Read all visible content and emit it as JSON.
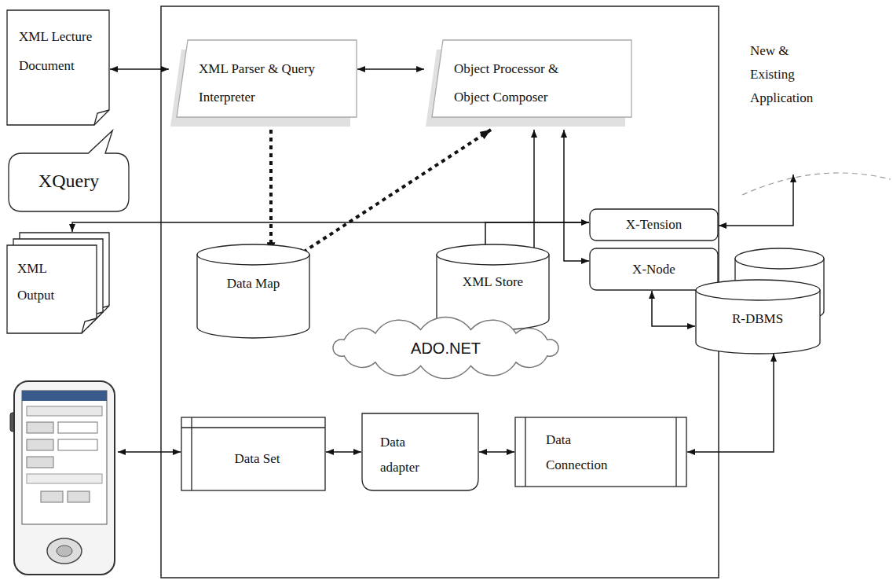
{
  "diagram": {
    "nodes": [
      {
        "text": [
          "XML Lecture Document"
        ]
      },
      {
        "text": [
          "XQuery"
        ]
      },
      {
        "text": [
          "XML Parser & Query Interpreter"
        ]
      },
      {
        "text": [
          "Object Processor & Object Composer"
        ]
      },
      {
        "text": [
          "X-Tension"
        ]
      },
      {
        "text": [
          "XML Output"
        ]
      },
      {
        "text": [
          "Data Map"
        ]
      },
      {
        "text": [
          "XML Store"
        ]
      },
      {
        "text": [
          "X-Node"
        ]
      },
      {
        "text": [
          "R-DBMS"
        ]
      },
      {
        "text": [
          "ADO.NET"
        ]
      },
      {
        "text": [
          "Data Set"
        ]
      },
      {
        "text": [
          "Data adapter"
        ]
      },
      {
        "text": [
          "Data Connection"
        ]
      }
    ],
    "edges": [
      {
        "from": 0,
        "to": 2,
        "arrow": "both"
      },
      {
        "from": 2,
        "to": 3,
        "arrow": "both"
      },
      {
        "from": 2,
        "to": 6,
        "arrow": "to"
      },
      {
        "from": 3,
        "to": 6,
        "arrow": "both"
      },
      {
        "from": 7,
        "to": 3,
        "arrow": "both"
      },
      {
        "from": 8,
        "to": 3,
        "arrow": "both"
      },
      {
        "from": 7,
        "to": 4,
        "arrow": "both"
      },
      {
        "from": 4,
        "to": 5,
        "arrow": "to"
      },
      {
        "from": 8,
        "to": 9,
        "arrow": "both"
      },
      {
        "from": 11,
        "to": 12,
        "arrow": "both"
      },
      {
        "from": 12,
        "to": 13,
        "arrow": "both"
      },
      {
        "from": 13,
        "to": 9,
        "arrow": "both"
      }
    ],
    "labels": [
      "New & Existing Application"
    ]
  }
}
